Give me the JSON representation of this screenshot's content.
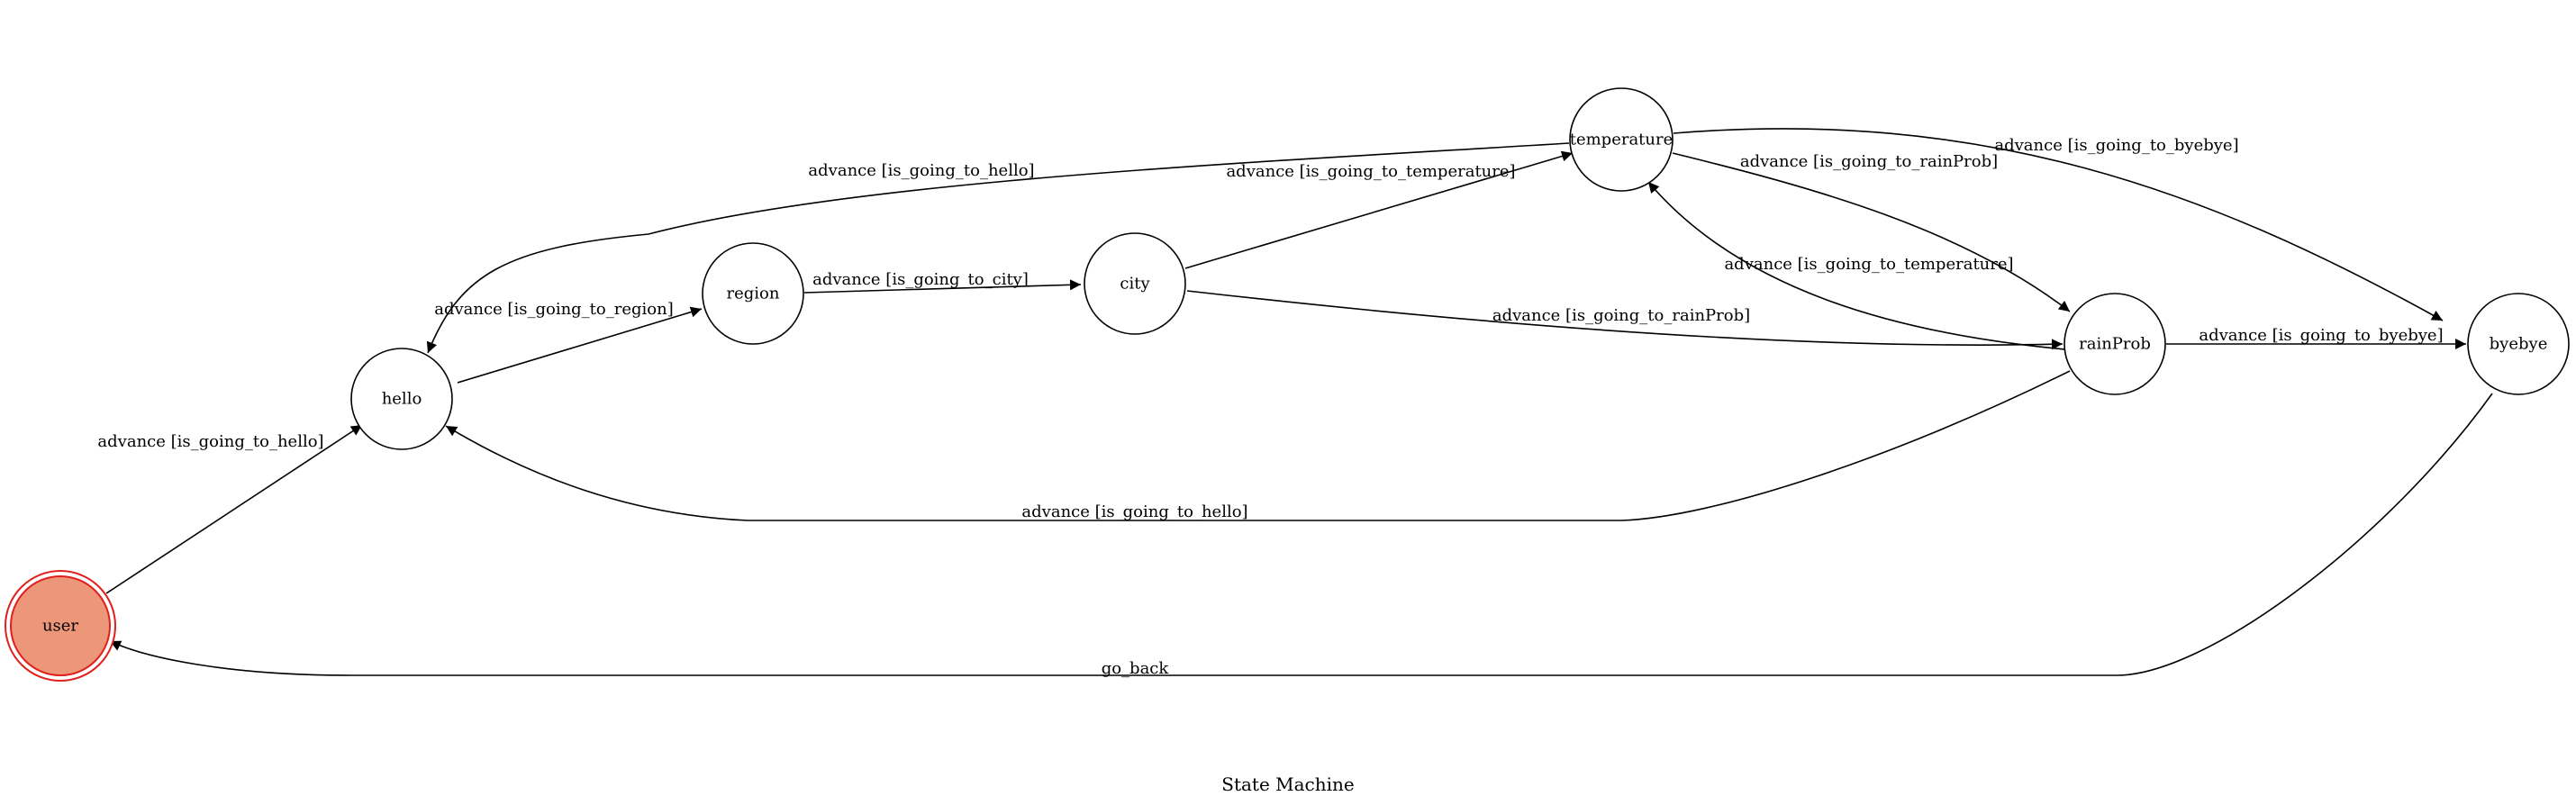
{
  "diagram": {
    "caption": "State Machine",
    "initial_fill": "#ec967a",
    "initial_stroke": "#e0201c",
    "edge_color": "#000000",
    "states": [
      {
        "id": "user",
        "label": "user",
        "initial": true
      },
      {
        "id": "hello",
        "label": "hello"
      },
      {
        "id": "region",
        "label": "region"
      },
      {
        "id": "city",
        "label": "city"
      },
      {
        "id": "temperature",
        "label": "temperature"
      },
      {
        "id": "rainProb",
        "label": "rainProb"
      },
      {
        "id": "byebye",
        "label": "byebye"
      }
    ],
    "transitions": [
      {
        "from": "user",
        "to": "hello",
        "label": "advance [is_going_to_hello]"
      },
      {
        "from": "hello",
        "to": "region",
        "label": "advance [is_going_to_region]"
      },
      {
        "from": "region",
        "to": "city",
        "label": "advance [is_going_to_city]"
      },
      {
        "from": "city",
        "to": "temperature",
        "label": "advance [is_going_to_temperature]"
      },
      {
        "from": "city",
        "to": "rainProb",
        "label": "advance [is_going_to_rainProb]"
      },
      {
        "from": "temperature",
        "to": "hello",
        "label": "advance [is_going_to_hello]"
      },
      {
        "from": "temperature",
        "to": "rainProb",
        "label": "advance [is_going_to_rainProb]"
      },
      {
        "from": "temperature",
        "to": "byebye",
        "label": "advance [is_going_to_byebye]"
      },
      {
        "from": "rainProb",
        "to": "temperature",
        "label": "advance [is_going_to_temperature]"
      },
      {
        "from": "rainProb",
        "to": "hello",
        "label": "advance [is_going_to_hello]"
      },
      {
        "from": "rainProb",
        "to": "byebye",
        "label": "advance [is_going_to_byebye]"
      },
      {
        "from": "byebye",
        "to": "user",
        "label": "go_back"
      }
    ]
  }
}
